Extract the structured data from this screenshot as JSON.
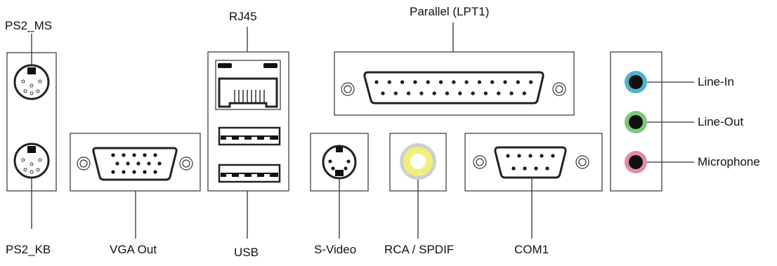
{
  "labels": {
    "ps2_ms": "PS2_MS",
    "ps2_kb": "PS2_KB",
    "vga": "VGA Out",
    "rj45": "RJ45",
    "usb": "USB",
    "parallel": "Parallel (LPT1)",
    "svideo": "S-Video",
    "rca": "RCA / SPDIF",
    "com1": "COM1",
    "line_in": "Line-In",
    "line_out": "Line-Out",
    "microphone": "Microphone"
  },
  "colors": {
    "outline": "#333333",
    "line_in": "#4fb3cf",
    "line_out": "#7dc87a",
    "microphone": "#e58aa8",
    "rca_ring": "#f0f07a",
    "rca_outer": "#cfcfcf"
  }
}
